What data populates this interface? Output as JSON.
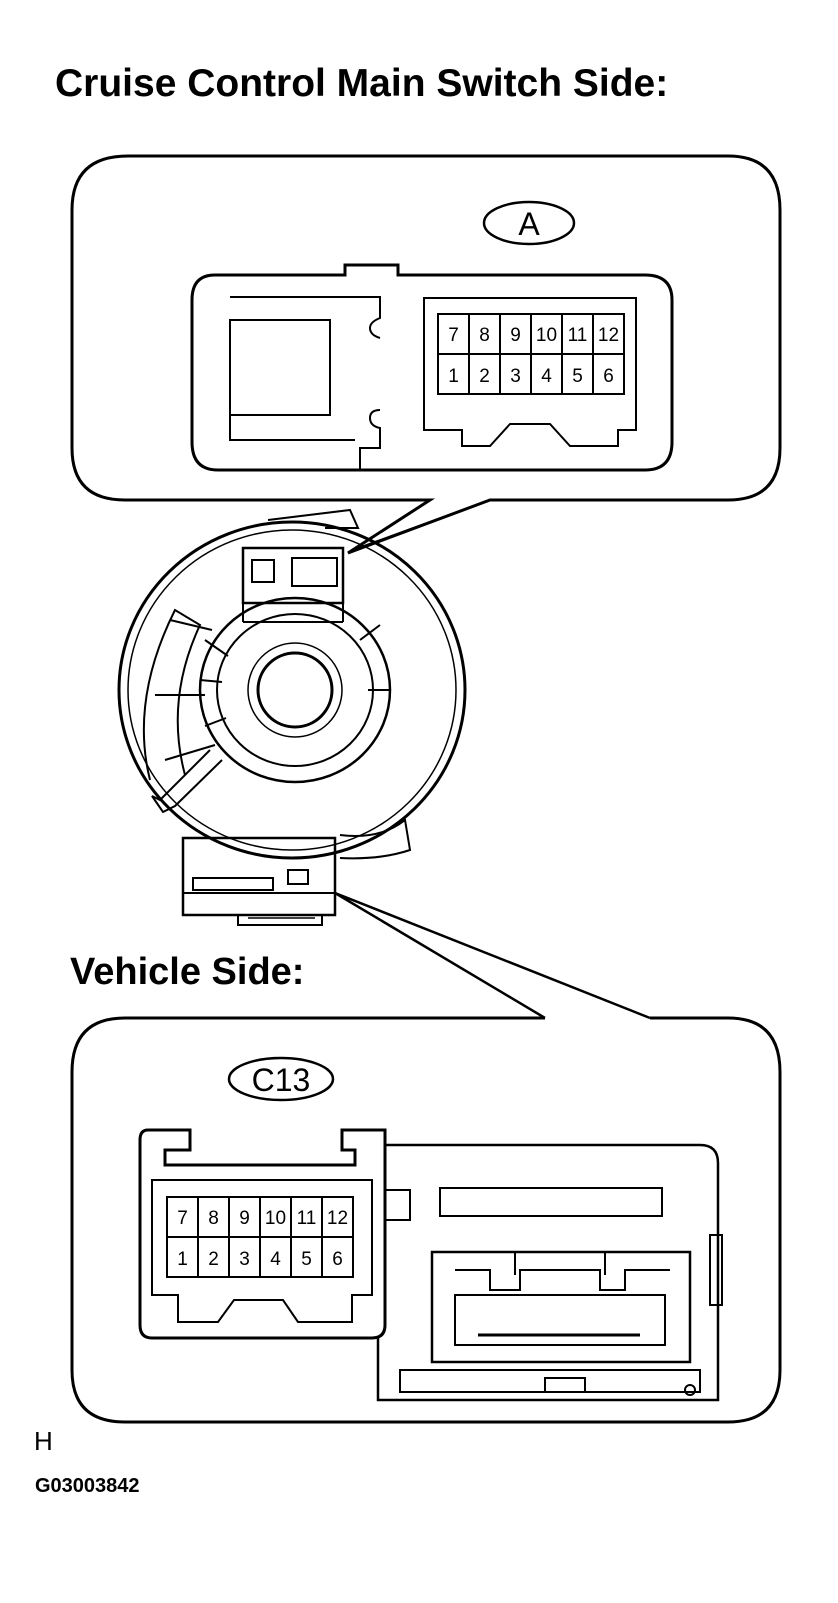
{
  "headings": {
    "main_switch_side": "Cruise Control Main Switch Side:",
    "vehicle_side": "Vehicle Side:"
  },
  "connectors": {
    "main_switch": {
      "code": "A",
      "pins_top": [
        "7",
        "8",
        "9",
        "10",
        "11",
        "12"
      ],
      "pins_bottom": [
        "1",
        "2",
        "3",
        "4",
        "5",
        "6"
      ]
    },
    "vehicle": {
      "code": "C13",
      "pins_top": [
        "7",
        "8",
        "9",
        "10",
        "11",
        "12"
      ],
      "pins_bottom": [
        "1",
        "2",
        "3",
        "4",
        "5",
        "6"
      ]
    }
  },
  "footer": {
    "mark": "H",
    "figure_id": "G03003842"
  }
}
